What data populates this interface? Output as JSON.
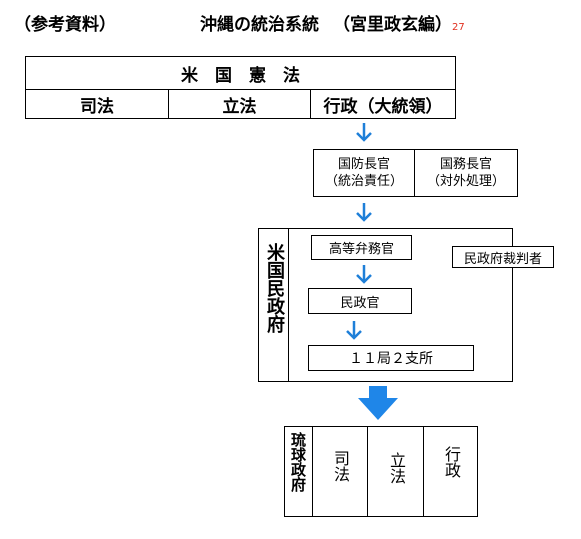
{
  "header": {
    "reference": "（参考資料）",
    "title": "沖縄の統治系統",
    "subtitle": "（宮里政玄編）",
    "page_number": "27"
  },
  "us_constitution": {
    "title": "米　国　憲　法",
    "branches": [
      "司法",
      "立法",
      "行政（大統領）"
    ]
  },
  "defense": {
    "name": "国防長官",
    "role": "（統治責任）"
  },
  "state": {
    "name": "国務長官",
    "role": "（対外処理）"
  },
  "usca": {
    "label": "米国民政府",
    "high_commissioner": "高等弁務官",
    "civil_administrator": "民政官",
    "bureaus": "１１局２支所",
    "court": "民政府裁判者"
  },
  "ryukyu": {
    "label": "琉球政府",
    "branches": [
      "司法",
      "立法",
      "行政"
    ]
  },
  "colors": {
    "arrow": "#1e7fd8",
    "big_arrow": "#1f86e8",
    "page_number": "#e03020"
  }
}
